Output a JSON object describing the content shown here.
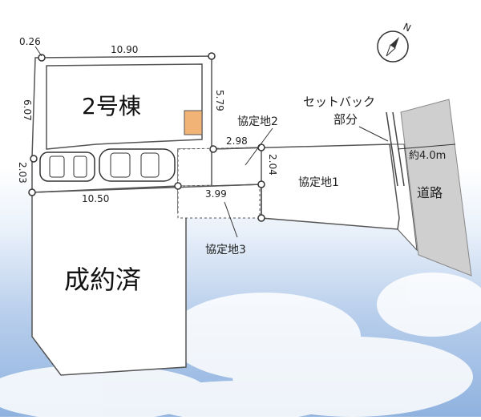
{
  "labels": {
    "building": "2号棟",
    "sold": "成約済",
    "setback_line1": "セットバック",
    "setback_line2": "部分",
    "road": "道路",
    "road_width": "約4.0m",
    "agreement1": "協定地1",
    "agreement2": "協定地2",
    "agreement3": "協定地3",
    "compass_n": "N"
  },
  "dimensions": {
    "top_corner": "0.26",
    "top": "10.90",
    "left_upper": "6.07",
    "right_building": "5.79",
    "left_lower": "2.03",
    "bottom_parking": "10.50",
    "agreement2_width": "2.98",
    "agreement2_height": "2.04",
    "agreement3_width": "3.99"
  },
  "colors": {
    "outline": "#555555",
    "dot": "#333333",
    "sold_lot": "#ffffff",
    "road": "#cfcfcf",
    "meter_box": "#f2b377"
  }
}
